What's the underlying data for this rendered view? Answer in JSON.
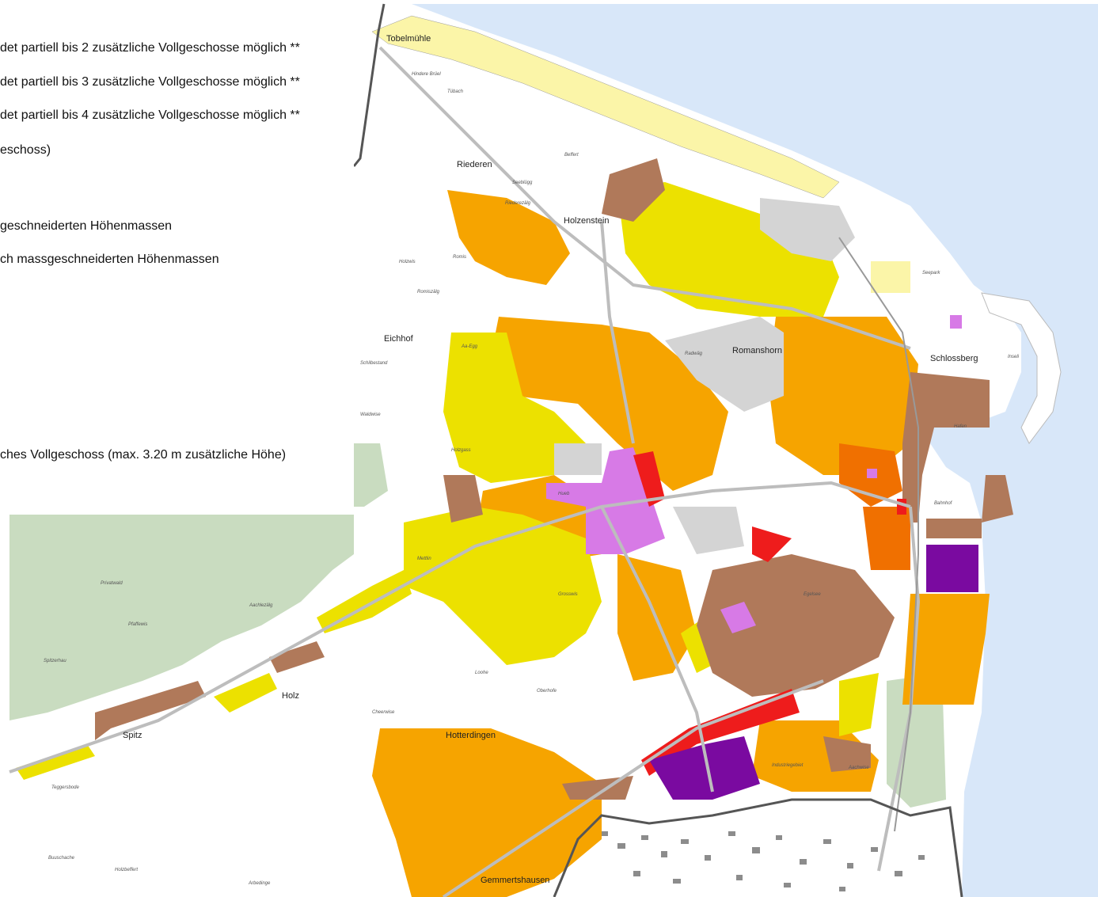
{
  "legend": {
    "rows": [
      "det partiell bis 2 zusätzliche Vollgeschosse möglich **",
      "det partiell bis 3 zusätzliche Vollgeschosse möglich **",
      "det partiell bis 4 zusätzliche Vollgeschosse möglich **",
      "eschoss)",
      "geschneiderten Höhenmassen",
      "ch massgeschneiderten Höhenmassen",
      "ches Vollgeschoss (max. 3.20 m zusätzliche Höhe)"
    ]
  },
  "colors": {
    "water": "#d8e7f9",
    "forest": "#c9dcc0",
    "yellow": "#ece100",
    "light_yellow": "#fbf5a8",
    "orange": "#f6a400",
    "dark_orange": "#f07000",
    "brown": "#b0795a",
    "red": "#ee1c1c",
    "violet": "#7a0aa0",
    "pink": "#d77ae6",
    "grey_zone": "#d4d4d4",
    "road": "#bdbdbd"
  },
  "places": {
    "tobelmuehle": "Tobelmühle",
    "riederen": "Riederen",
    "holzenstein": "Holzenstein",
    "eichhof": "Eichhof",
    "romanshorn": "Romanshorn",
    "schlossberg": "Schlossberg",
    "holz": "Holz",
    "spitz": "Spitz",
    "hotterdingen": "Hotterdingen",
    "gemmertshausen": "Gemmertshausen"
  },
  "small_labels": {
    "hindere_bruen": "Hindere Brüel",
    "tuebach": "Tübach",
    "beffert": "Beffert",
    "seebluegg": "Seeblügg",
    "riederezaelg": "Riederezälg",
    "romis": "Romis",
    "holzwis": "Holzwis",
    "romiszaelg": "Romiszälg",
    "aa_egg": "Aa-Egg",
    "schilbestand": "Schilbestand",
    "waldwise": "Waldwise",
    "holzgass": "Holzgass",
    "privatwald": "Privatwald",
    "aachlezaelg": "Aachlezälg",
    "pfaffewis": "Pfaffewis",
    "spitzerhau": "Spitzerhau",
    "teggersbode": "Teggersbode",
    "buuschache": "Buuschache",
    "holzbeffert": "Holzbeffert",
    "arbedinge": "Arbedinge",
    "loohe": "Loohe",
    "cheerwise": "Cheerwise",
    "oberhofe": "Oberhofe",
    "industriegebiet": "Industriegebiet",
    "hafen": "Hafen",
    "inseli": "Inseli",
    "seepark": "Seepark",
    "bahnhof": "Bahnhof",
    "hueb": "Hueb",
    "radwaeg": "Radwäg",
    "egelsee": "Egelsee",
    "grosswis": "Grosswis",
    "aachwise": "Aachwise",
    "mettlin": "Mettlin"
  }
}
